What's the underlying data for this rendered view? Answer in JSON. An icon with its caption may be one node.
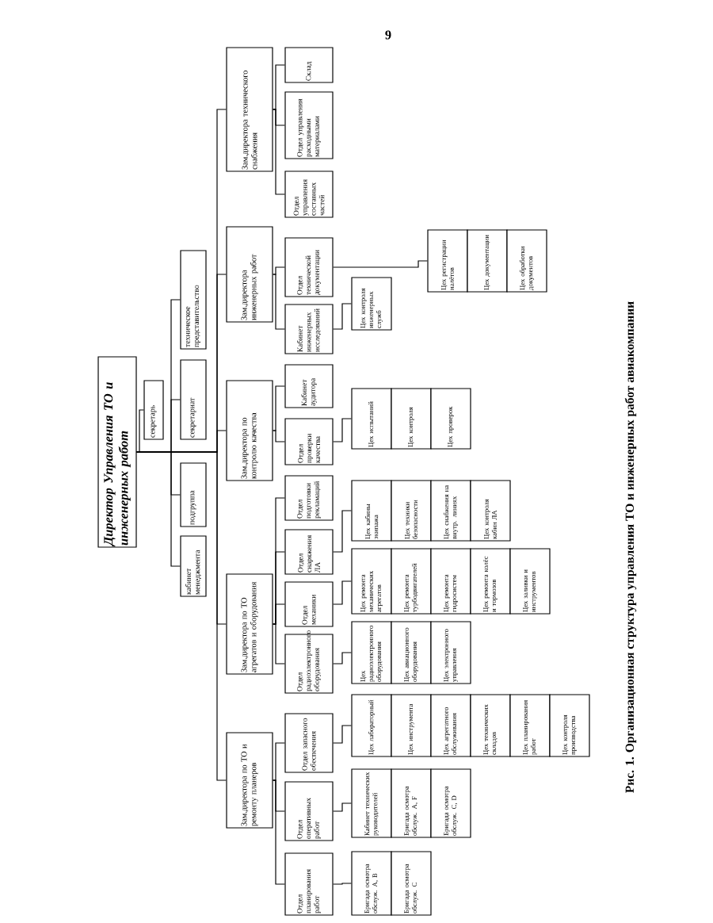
{
  "diagram": {
    "caption": "Рис. 1. Организационная структура управления ТО и инженерных работ авиакомпании",
    "nodes": [
      {
        "text": [
          "Директор Управления ТО и инженерных работ"
        ]
      },
      {
        "text": [
          "секретарь"
        ]
      },
      {
        "text": [
          "кабинет менеджмента"
        ]
      },
      {
        "text": [
          "подгруппа"
        ]
      },
      {
        "text": [
          "секретариат"
        ]
      },
      {
        "text": [
          "техническое представительство"
        ]
      },
      {
        "text": [
          "Зам.директора по ТО и ремонту планеров"
        ]
      },
      {
        "text": [
          "Зам.директора по ТО агрегатов и оборудования"
        ]
      },
      {
        "text": [
          "Зам.директора по контролю качества"
        ]
      },
      {
        "text": [
          "Зам.директора инженерных работ"
        ]
      },
      {
        "text": [
          "Зам.директора технического снабжения"
        ]
      },
      {
        "text": [
          "Отдел планирования работ"
        ]
      },
      {
        "text": [
          "Отдел оперативных работ"
        ]
      },
      {
        "text": [
          "Отдел запасного обеспечения"
        ]
      },
      {
        "text": [
          "Отдел радиоэлектронного оборудования"
        ]
      },
      {
        "text": [
          "Отдел механики"
        ]
      },
      {
        "text": [
          "Отдел снаряжения ЛА"
        ]
      },
      {
        "text": [
          "Отдел подготовки рекламаций"
        ]
      },
      {
        "text": [
          "Отдел проверки качества"
        ]
      },
      {
        "text": [
          "Кабинет аудитора"
        ]
      },
      {
        "text": [
          "Кабинет инженерных исследований"
        ]
      },
      {
        "text": [
          "Отдел технической документации"
        ]
      },
      {
        "text": [
          "Отдел управления составных частей"
        ]
      },
      {
        "text": [
          "Отдел управления расходными материалами"
        ]
      },
      {
        "text": [
          "Склад"
        ]
      },
      {
        "text": [
          "Бригада осмотра обслуж. А, В"
        ]
      },
      {
        "text": [
          "Бригада осмотра обслуж. С"
        ]
      },
      {
        "text": [
          "Кабинет технических руководителей"
        ]
      },
      {
        "text": [
          "Бригада осмотра обслуж. А, F"
        ]
      },
      {
        "text": [
          "Бригада осмотра обслуж. С, D"
        ]
      },
      {
        "text": [
          "Цех лабораторный"
        ]
      },
      {
        "text": [
          "Цех инструмента"
        ]
      },
      {
        "text": [
          "Цех агрегатного обслуживания"
        ]
      },
      {
        "text": [
          "Цех технических складов"
        ]
      },
      {
        "text": [
          "Цех планирования работ"
        ]
      },
      {
        "text": [
          "Цех контроля производства"
        ]
      },
      {
        "text": [
          "Цех радиоэлектронного оборудования"
        ]
      },
      {
        "text": [
          "Цех авиационного оборудования"
        ]
      },
      {
        "text": [
          "Цех электронного управления"
        ]
      },
      {
        "text": [
          "Цех ремонта механических агрегатов"
        ]
      },
      {
        "text": [
          "Цех ремонта турбодвигателей"
        ]
      },
      {
        "text": [
          "Цех ремонта гидросистем"
        ]
      },
      {
        "text": [
          "Цех ремонта колёс и тормозов"
        ]
      },
      {
        "text": [
          "Цех заливки и инструментов"
        ]
      },
      {
        "text": [
          "Цех кабины экипажа"
        ]
      },
      {
        "text": [
          "Цех техники безопасности"
        ]
      },
      {
        "text": [
          "Цех снабжения на внутр. линиях"
        ]
      },
      {
        "text": [
          "Цех контроля кабин ЛА"
        ]
      },
      {
        "text": [
          "Цех испытаний"
        ]
      },
      {
        "text": [
          "Цех контроля"
        ]
      },
      {
        "text": [
          "Цех проверок"
        ]
      },
      {
        "text": [
          "Цех контроля инженерных служб"
        ]
      },
      {
        "text": [
          "Цех регистрации налётов"
        ]
      },
      {
        "text": [
          "Цех документации"
        ]
      },
      {
        "text": [
          "Цех обработки документов"
        ]
      }
    ],
    "edges": [
      {
        "from": 0,
        "to": 1,
        "arrow": "none"
      },
      {
        "from": 0,
        "to": 2,
        "arrow": "none"
      },
      {
        "from": 0,
        "to": 3,
        "arrow": "none"
      },
      {
        "from": 0,
        "to": 4,
        "arrow": "none"
      },
      {
        "from": 0,
        "to": 5,
        "arrow": "none"
      },
      {
        "from": 0,
        "to": 6,
        "arrow": "none"
      },
      {
        "from": 0,
        "to": 7,
        "arrow": "none"
      },
      {
        "from": 0,
        "to": 8,
        "arrow": "none"
      },
      {
        "from": 0,
        "to": 9,
        "arrow": "none"
      },
      {
        "from": 0,
        "to": 10,
        "arrow": "none"
      },
      {
        "from": 6,
        "to": 11,
        "arrow": "none"
      },
      {
        "from": 6,
        "to": 12,
        "arrow": "none"
      },
      {
        "from": 6,
        "to": 13,
        "arrow": "none"
      },
      {
        "from": 7,
        "to": 14,
        "arrow": "none"
      },
      {
        "from": 7,
        "to": 15,
        "arrow": "none"
      },
      {
        "from": 7,
        "to": 16,
        "arrow": "none"
      },
      {
        "from": 7,
        "to": 17,
        "arrow": "none"
      },
      {
        "from": 8,
        "to": 18,
        "arrow": "none"
      },
      {
        "from": 8,
        "to": 19,
        "arrow": "none"
      },
      {
        "from": 9,
        "to": 20,
        "arrow": "none"
      },
      {
        "from": 9,
        "to": 21,
        "arrow": "none"
      },
      {
        "from": 10,
        "to": 22,
        "arrow": "none"
      },
      {
        "from": 10,
        "to": 23,
        "arrow": "none"
      },
      {
        "from": 10,
        "to": 24,
        "arrow": "none"
      },
      {
        "from": 11,
        "to": 25,
        "arrow": "none"
      },
      {
        "from": 12,
        "to": 27,
        "arrow": "none"
      },
      {
        "from": 13,
        "to": 30,
        "arrow": "none"
      },
      {
        "from": 14,
        "to": 36,
        "arrow": "none"
      },
      {
        "from": 15,
        "to": 39,
        "arrow": "none"
      },
      {
        "from": 16,
        "to": 44,
        "arrow": "none"
      },
      {
        "from": 18,
        "to": 48,
        "arrow": "none"
      },
      {
        "from": 20,
        "to": 51,
        "arrow": "none"
      },
      {
        "from": 21,
        "to": 52,
        "arrow": "none"
      }
    ],
    "labels": [
      "9"
    ]
  }
}
